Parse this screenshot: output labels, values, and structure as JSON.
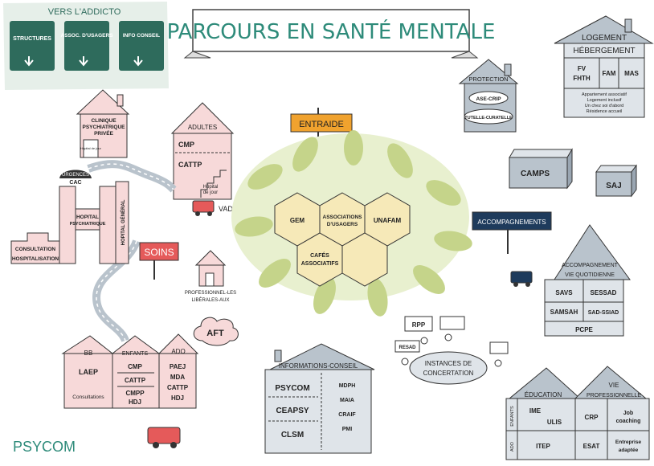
{
  "title": "PARCOURS EN SANTÉ MENTALE",
  "addicto": {
    "title": "VERS L'ADDICTO",
    "boxes": [
      "STRUCTURES",
      "ASSOC. D'USAGERS",
      "INFO CONSEIL"
    ]
  },
  "logement": {
    "title_line1": "LOGEMENT",
    "title_line2": "HÉBERGEMENT",
    "col1_line1": "FV",
    "col1_line2": "FHTH",
    "col2": "FAM",
    "col3": "MAS",
    "notes": [
      "Appartement associatif",
      "Logement inclusif",
      "Un chez soi d'abord",
      "Résidence accueil"
    ]
  },
  "protection": {
    "title": "PROTECTION",
    "items": [
      "ASE-CRIP",
      "TUTELLE-CURATELLE"
    ]
  },
  "clinique": {
    "lines": [
      "CLINIQUE",
      "PSYCHIATRIQUE",
      "PRIVÉE"
    ],
    "hdj": "Hôpital de jour"
  },
  "adultes": {
    "title": "ADULTES",
    "items": [
      "CMP",
      "CATTP"
    ],
    "hdj_line1": "Hôpital",
    "hdj_line2": "de jour"
  },
  "entraide": "ENTRAIDE",
  "center": {
    "gem": "GEM",
    "assoc_line1": "ASSOCIATIONS",
    "assoc_line2": "D'USAGERS",
    "unafam": "UNAFAM",
    "cafes_line1": "CAFÉS",
    "cafes_line2": "ASSOCIATIFS"
  },
  "camps": "CAMPS",
  "saj": "SAJ",
  "accompagnements": "ACCOMPAGNEMENTS",
  "vad": "VAD",
  "hopital": {
    "urgences": "URGENCES",
    "cac": "CAC",
    "psy_line1": "HOPITAL",
    "psy_line2": "PSYCHIATRIQUE",
    "general": "HOPITAL GÉNÉRAL",
    "consultation": "CONSULTATION",
    "hospitalisation": "HOSPITALISATION"
  },
  "soins": "SOINS",
  "liberaux": {
    "line1": "PROFESSIONNEL-LES",
    "line2": "LIBÉRALES-AUX"
  },
  "vie_quotidienne": {
    "title_line1": "ACCOMPAGNEMENT",
    "title_line2": "VIE QUOTIDIENNE",
    "cells": [
      "SAVS",
      "SESSAD",
      "SAMSAH",
      "SAD-SSIAD"
    ],
    "footer": "PCPE"
  },
  "aft": "AFT",
  "enfance": {
    "bb": "BB",
    "enfants": "ENFANTS",
    "ado": "ADO",
    "bb_items": [
      "LAEP",
      "Consultations"
    ],
    "enfants_items": [
      "CMP",
      "CATTP",
      "CMPP",
      "HDJ"
    ],
    "ado_items": [
      "PAEJ",
      "MDA",
      "CATTP",
      "HDJ"
    ]
  },
  "info_conseil": {
    "title": "INFORMATIONS-CONSEIL",
    "left": [
      "PSYCOM",
      "CEAPSY",
      "CLSM"
    ],
    "right": [
      "MDPH",
      "MAIA",
      "CRAIF",
      "PMI"
    ]
  },
  "concertation": {
    "rpp": "RPP",
    "resad": "RESAD",
    "line1": "INSTANCES DE",
    "line2": "CONCERTATION"
  },
  "education": {
    "education": "ÉDUCATION",
    "vie_line1": "VIE",
    "vie_line2": "PROFESSIONNELLE",
    "enfants": "ENFANTS",
    "ado": "ADO",
    "ime": "IME",
    "ulis": "ULIS",
    "itep": "ITEP",
    "crp": "CRP",
    "job_line1": "Job",
    "job_line2": "coaching",
    "esat": "ESAT",
    "ea_line1": "Entreprise",
    "ea_line2": "adaptée"
  },
  "logo": "PSYCOM",
  "colors": {
    "green": "#2e6b5c",
    "pink": "#f7d9d9",
    "slate": "#b9c3cc",
    "yellow": "#f6e9b8",
    "leaf": "#c5d48a",
    "navy": "#1e3b5c",
    "red": "#e55a5a",
    "orange": "#f0a22e"
  }
}
